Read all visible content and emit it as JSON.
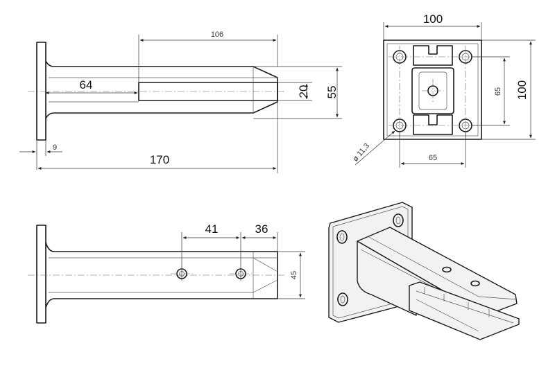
{
  "dimensions": {
    "side_top": {
      "d106": "106",
      "d64": "64",
      "d20": "20",
      "d55": "55",
      "d9": "9",
      "d170": "170"
    },
    "plate": {
      "d100_width": "100",
      "d100_height": "100",
      "d65_vertical": "65",
      "d65_horizontal": "65",
      "hole_diameter": "ø 11,3"
    },
    "side_bottom": {
      "d41": "41",
      "d36": "36",
      "d45": "45"
    }
  },
  "colors": {
    "line": "#1a1a1a",
    "thin": "#555555",
    "face": "#f2f2f2"
  }
}
